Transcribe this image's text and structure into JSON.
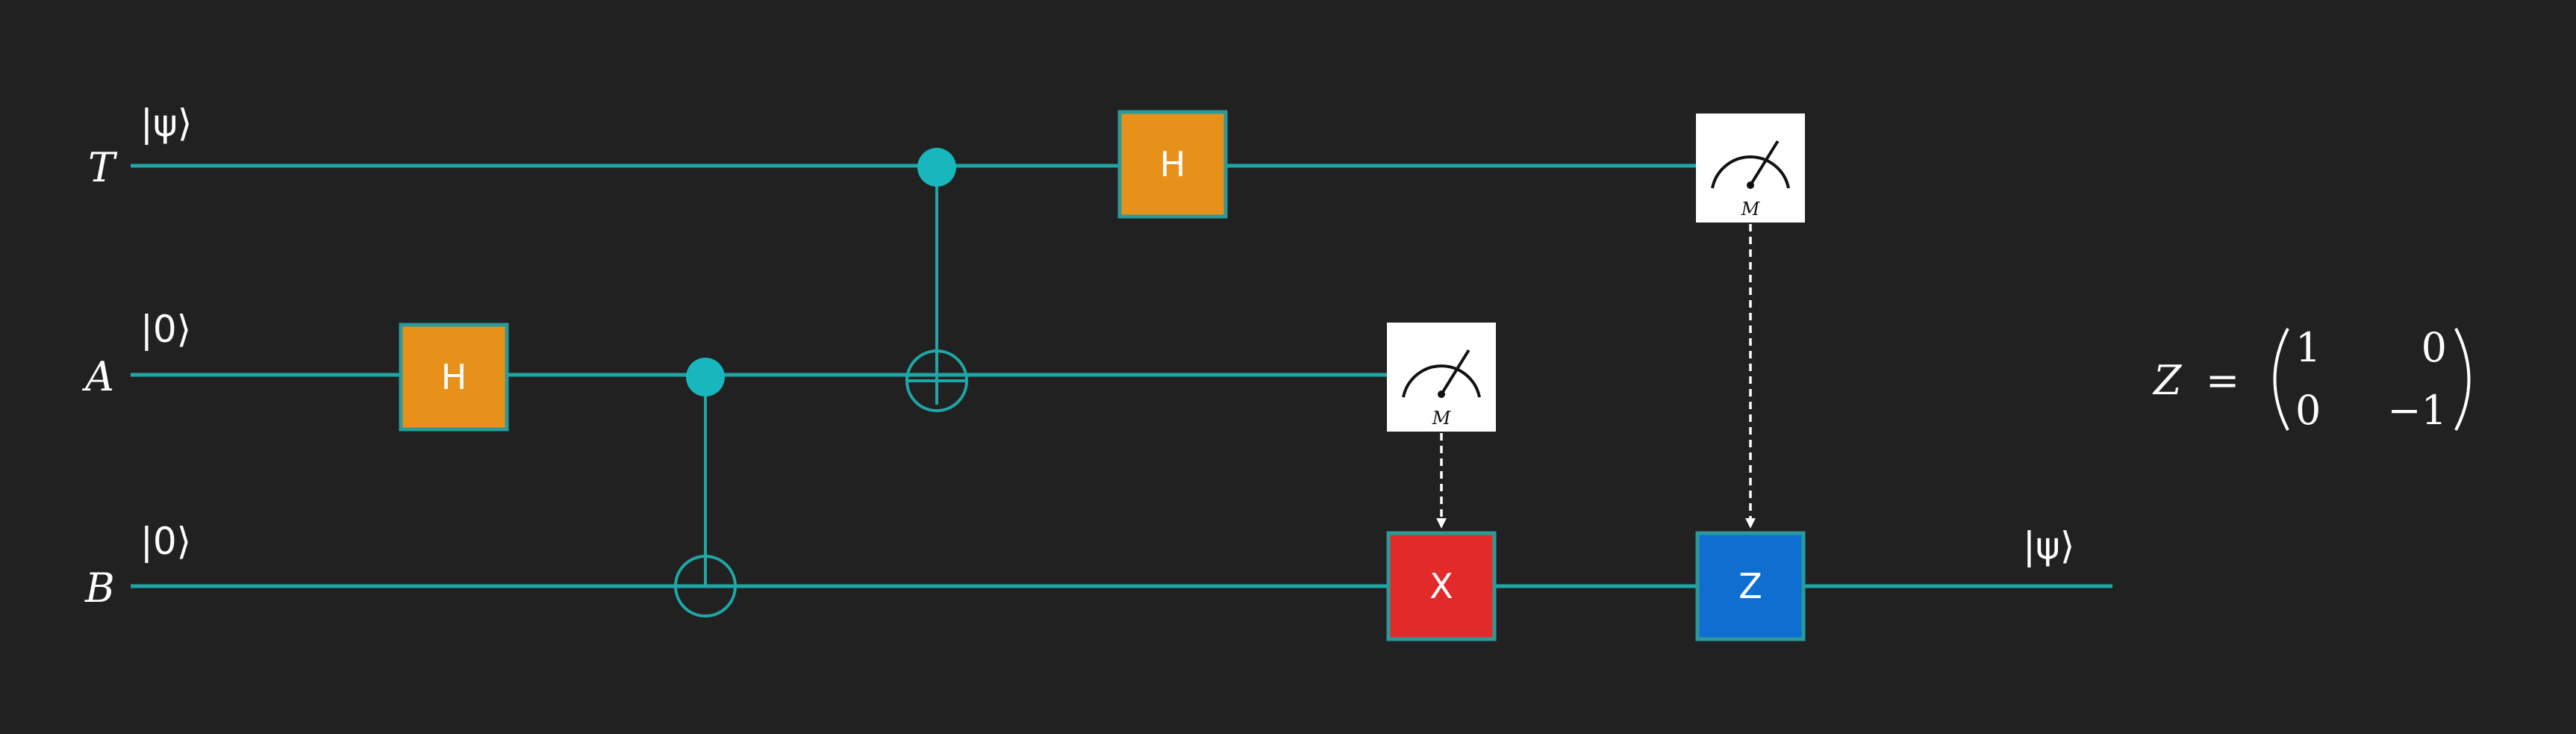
{
  "wires": [
    {
      "id": "T",
      "label": "T",
      "state_in": "|ψ⟩"
    },
    {
      "id": "A",
      "label": "A",
      "state_in": "|0⟩"
    },
    {
      "id": "B",
      "label": "B",
      "state_in": "|0⟩",
      "state_out": "|ψ⟩"
    }
  ],
  "gates": {
    "hadamard_a": {
      "label": "H",
      "color": "#e8911a"
    },
    "hadamard_t": {
      "label": "H",
      "color": "#e8911a"
    },
    "pauli_x": {
      "label": "X",
      "color": "#e32a2a"
    },
    "pauli_z": {
      "label": "Z",
      "color": "#0f6fd0"
    }
  },
  "measurements": {
    "meter_a": {
      "label": "M"
    },
    "meter_t": {
      "label": "M"
    }
  },
  "formula": {
    "lhs": "Z",
    "equals": "=",
    "m11": "1",
    "m12": "0",
    "m21": "0",
    "m22": "−1"
  },
  "colors": {
    "background": "#212121",
    "wire": "#1fa7a7",
    "control_dot": "#18b6bd"
  }
}
